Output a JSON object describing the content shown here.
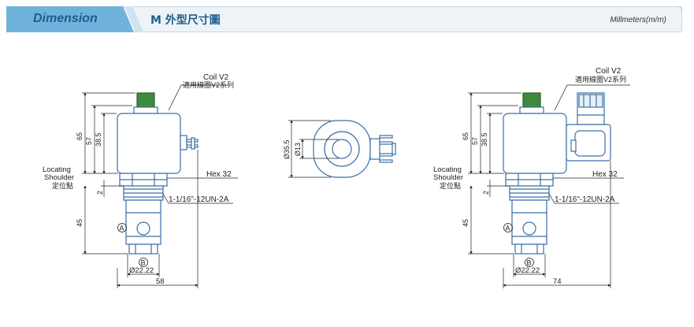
{
  "header": {
    "tab_label": "Dimension",
    "section_title": "M 外型尺寸圖",
    "units": "Millmeters(m/m)"
  },
  "left_view": {
    "coil_label": "Coil V2",
    "coil_label_cn": "適用線圈V2系列",
    "dim_overall": "65",
    "dim_57": "57",
    "dim_38_5": "38.5",
    "dim_2": "2",
    "dim_45": "45",
    "locating_1": "Locating",
    "locating_2": "Shoulder",
    "locating_3": "定位點",
    "hex": "Hex 32",
    "thread": "1-1/16\"-12UN-2A",
    "port_a": "A",
    "port_b": "B",
    "dia_bottom": "Ø22.22",
    "width": "58"
  },
  "top_view": {
    "dia_outer": "Ø35.5",
    "dia_inner": "Ø13"
  },
  "right_view": {
    "coil_label": "Coil V2",
    "coil_label_cn": "適用線圈V2系列",
    "dim_overall": "65",
    "dim_57": "57",
    "dim_38_5": "38.5",
    "dim_2": "2",
    "dim_45": "45",
    "locating_1": "Locating",
    "locating_2": "Shoulder",
    "locating_3": "定位點",
    "hex": "Hex 32",
    "thread": "1-1/16\"-12UN-2A",
    "port_a": "A",
    "port_b": "B",
    "dia_bottom": "Ø22.22",
    "width": "74"
  },
  "colors": {
    "header_tab": "#6fb3dc",
    "header_bar": "#e8f1f8",
    "outline": "#3a6fa8",
    "knob": "#3a7a3a"
  }
}
